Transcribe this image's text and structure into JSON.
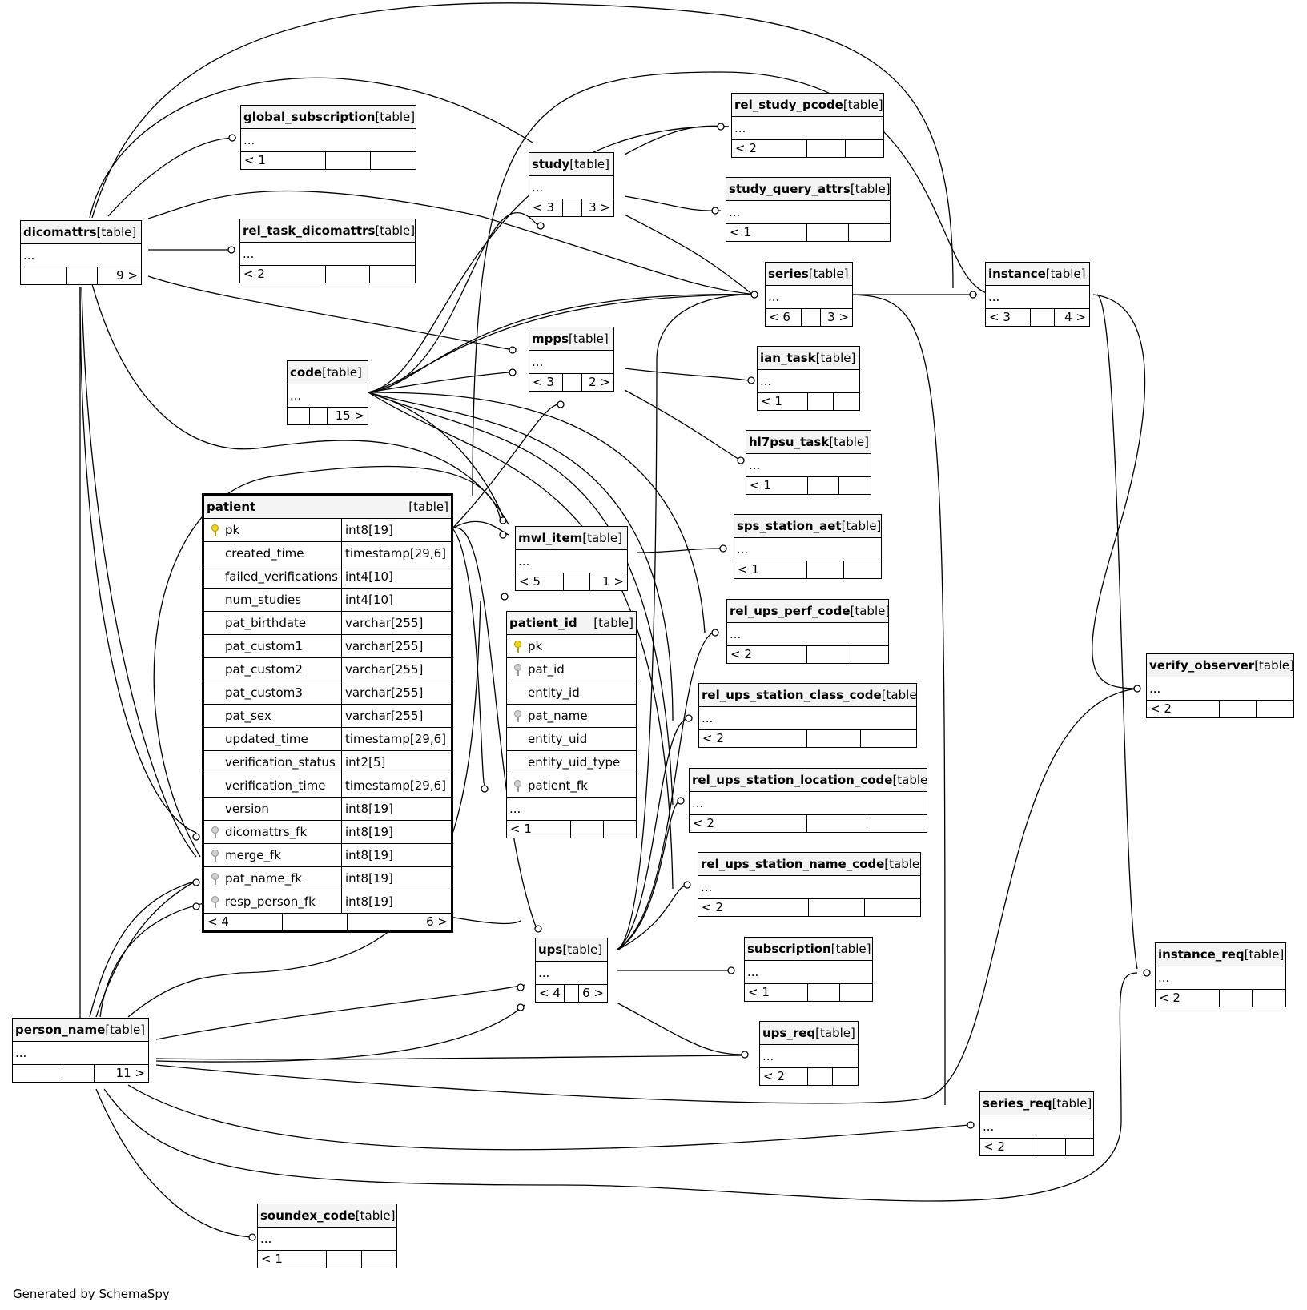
{
  "footer": "Generated by SchemaSpy",
  "tables": {
    "global_subscription": {
      "name": "global_subscription",
      "tag": "[table]",
      "row": "...",
      "foot": [
        "< 1",
        "",
        ""
      ]
    },
    "rel_task_dicomattrs": {
      "name": "rel_task_dicomattrs",
      "tag": "[table]",
      "row": "...",
      "foot": [
        "< 2",
        "",
        ""
      ]
    },
    "dicomattrs": {
      "name": "dicomattrs",
      "tag": "[table]",
      "row": "...",
      "foot": [
        "",
        "",
        "9 >"
      ]
    },
    "study": {
      "name": "study",
      "tag": "[table]",
      "row": "...",
      "foot": [
        "< 3",
        "",
        "3 >"
      ]
    },
    "rel_study_pcode": {
      "name": "rel_study_pcode",
      "tag": "[table]",
      "row": "...",
      "foot": [
        "< 2",
        "",
        ""
      ]
    },
    "study_query_attrs": {
      "name": "study_query_attrs",
      "tag": "[table]",
      "row": "...",
      "foot": [
        "< 1",
        "",
        ""
      ]
    },
    "series": {
      "name": "series",
      "tag": "[table]",
      "row": "...",
      "foot": [
        "< 6",
        "",
        "3 >"
      ]
    },
    "instance": {
      "name": "instance",
      "tag": "[table]",
      "row": "...",
      "foot": [
        "< 3",
        "",
        "4 >"
      ]
    },
    "mpps": {
      "name": "mpps",
      "tag": "[table]",
      "row": "...",
      "foot": [
        "< 3",
        "",
        "2 >"
      ]
    },
    "code": {
      "name": "code",
      "tag": "[table]",
      "row": "...",
      "foot": [
        "",
        "",
        "15 >"
      ]
    },
    "ian_task": {
      "name": "ian_task",
      "tag": "[table]",
      "row": "...",
      "foot": [
        "< 1",
        "",
        ""
      ]
    },
    "hl7psu_task": {
      "name": "hl7psu_task",
      "tag": "[table]",
      "row": "...",
      "foot": [
        "< 1",
        "",
        ""
      ]
    },
    "sps_station_aet": {
      "name": "sps_station_aet",
      "tag": "[table]",
      "row": "...",
      "foot": [
        "< 1",
        "",
        ""
      ]
    },
    "mwl_item": {
      "name": "mwl_item",
      "tag": "[table]",
      "row": "...",
      "foot": [
        "< 5",
        "",
        "1 >"
      ]
    },
    "rel_ups_perf_code": {
      "name": "rel_ups_perf_code",
      "tag": "[table]",
      "row": "...",
      "foot": [
        "< 2",
        "",
        ""
      ]
    },
    "rel_ups_station_class_code": {
      "name": "rel_ups_station_class_code",
      "tag": "[table]",
      "row": "...",
      "foot": [
        "< 2",
        "",
        ""
      ]
    },
    "rel_ups_station_location_code": {
      "name": "rel_ups_station_location_code",
      "tag": "[table]",
      "row": "...",
      "foot": [
        "< 2",
        "",
        ""
      ]
    },
    "rel_ups_station_name_code": {
      "name": "rel_ups_station_name_code",
      "tag": "[table]",
      "row": "...",
      "foot": [
        "< 2",
        "",
        ""
      ]
    },
    "verify_observer": {
      "name": "verify_observer",
      "tag": "[table]",
      "row": "...",
      "foot": [
        "< 2",
        "",
        ""
      ]
    },
    "ups": {
      "name": "ups",
      "tag": "[table]",
      "row": "...",
      "foot": [
        "< 4",
        "",
        "6 >"
      ]
    },
    "subscription": {
      "name": "subscription",
      "tag": "[table]",
      "row": "...",
      "foot": [
        "< 1",
        "",
        ""
      ]
    },
    "ups_req": {
      "name": "ups_req",
      "tag": "[table]",
      "row": "...",
      "foot": [
        "< 2",
        "",
        ""
      ]
    },
    "instance_req": {
      "name": "instance_req",
      "tag": "[table]",
      "row": "...",
      "foot": [
        "< 2",
        "",
        ""
      ]
    },
    "series_req": {
      "name": "series_req",
      "tag": "[table]",
      "row": "...",
      "foot": [
        "< 2",
        "",
        ""
      ]
    },
    "person_name": {
      "name": "person_name",
      "tag": "[table]",
      "row": "...",
      "foot": [
        "",
        "",
        "11 >"
      ]
    },
    "soundex_code": {
      "name": "soundex_code",
      "tag": "[table]",
      "row": "...",
      "foot": [
        "< 1",
        "",
        ""
      ]
    }
  },
  "patient": {
    "name": "patient",
    "tag": "[table]",
    "columns": [
      {
        "name": "pk",
        "type": "int8[19]",
        "key": "pk"
      },
      {
        "name": "created_time",
        "type": "timestamp[29,6]",
        "key": ""
      },
      {
        "name": "failed_verifications",
        "type": "int4[10]",
        "key": ""
      },
      {
        "name": "num_studies",
        "type": "int4[10]",
        "key": ""
      },
      {
        "name": "pat_birthdate",
        "type": "varchar[255]",
        "key": ""
      },
      {
        "name": "pat_custom1",
        "type": "varchar[255]",
        "key": ""
      },
      {
        "name": "pat_custom2",
        "type": "varchar[255]",
        "key": ""
      },
      {
        "name": "pat_custom3",
        "type": "varchar[255]",
        "key": ""
      },
      {
        "name": "pat_sex",
        "type": "varchar[255]",
        "key": ""
      },
      {
        "name": "updated_time",
        "type": "timestamp[29,6]",
        "key": ""
      },
      {
        "name": "verification_status",
        "type": "int2[5]",
        "key": ""
      },
      {
        "name": "verification_time",
        "type": "timestamp[29,6]",
        "key": ""
      },
      {
        "name": "version",
        "type": "int8[19]",
        "key": ""
      },
      {
        "name": "dicomattrs_fk",
        "type": "int8[19]",
        "key": "fk"
      },
      {
        "name": "merge_fk",
        "type": "int8[19]",
        "key": "fk"
      },
      {
        "name": "pat_name_fk",
        "type": "int8[19]",
        "key": "fk"
      },
      {
        "name": "resp_person_fk",
        "type": "int8[19]",
        "key": "fk"
      }
    ],
    "foot": [
      "< 4",
      "",
      "6 >"
    ]
  },
  "patient_id": {
    "name": "patient_id",
    "tag": "[table]",
    "columns": [
      {
        "name": "pk",
        "key": "pk"
      },
      {
        "name": "pat_id",
        "key": "fk"
      },
      {
        "name": "entity_id",
        "key": ""
      },
      {
        "name": "pat_name",
        "key": "fk"
      },
      {
        "name": "entity_uid",
        "key": ""
      },
      {
        "name": "entity_uid_type",
        "key": ""
      },
      {
        "name": "patient_fk",
        "key": "fk"
      },
      {
        "name": "...",
        "key": ""
      }
    ],
    "foot": [
      "< 1",
      "",
      ""
    ]
  }
}
